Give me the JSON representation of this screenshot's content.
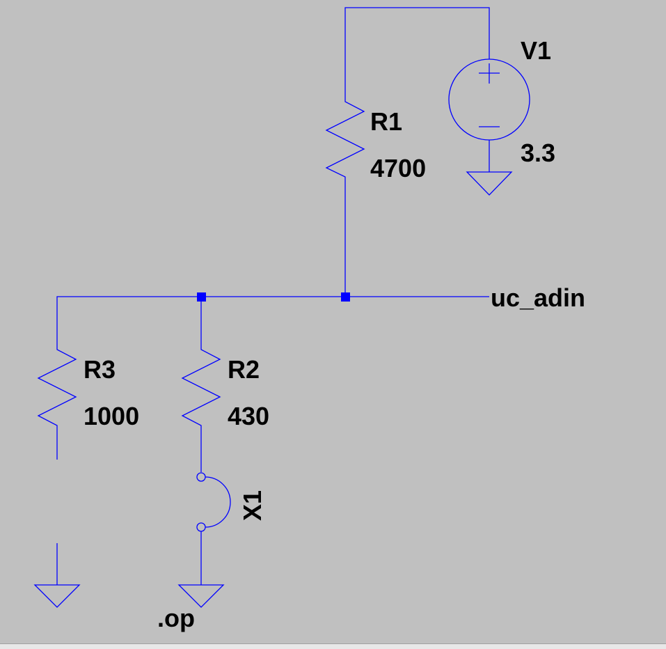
{
  "schematic": {
    "components": {
      "r1": {
        "name": "R1",
        "value": "4700"
      },
      "r2": {
        "name": "R2",
        "value": "430"
      },
      "r3": {
        "name": "R3",
        "value": "1000"
      },
      "v1": {
        "name": "V1",
        "value": "3.3"
      },
      "x1": {
        "name": "X1"
      }
    },
    "net_labels": {
      "uc_adin": "uc_adin",
      "op": ".op"
    },
    "colors": {
      "wire": "#0000ff",
      "background": "#c0c0c0",
      "text": "#000000"
    }
  }
}
